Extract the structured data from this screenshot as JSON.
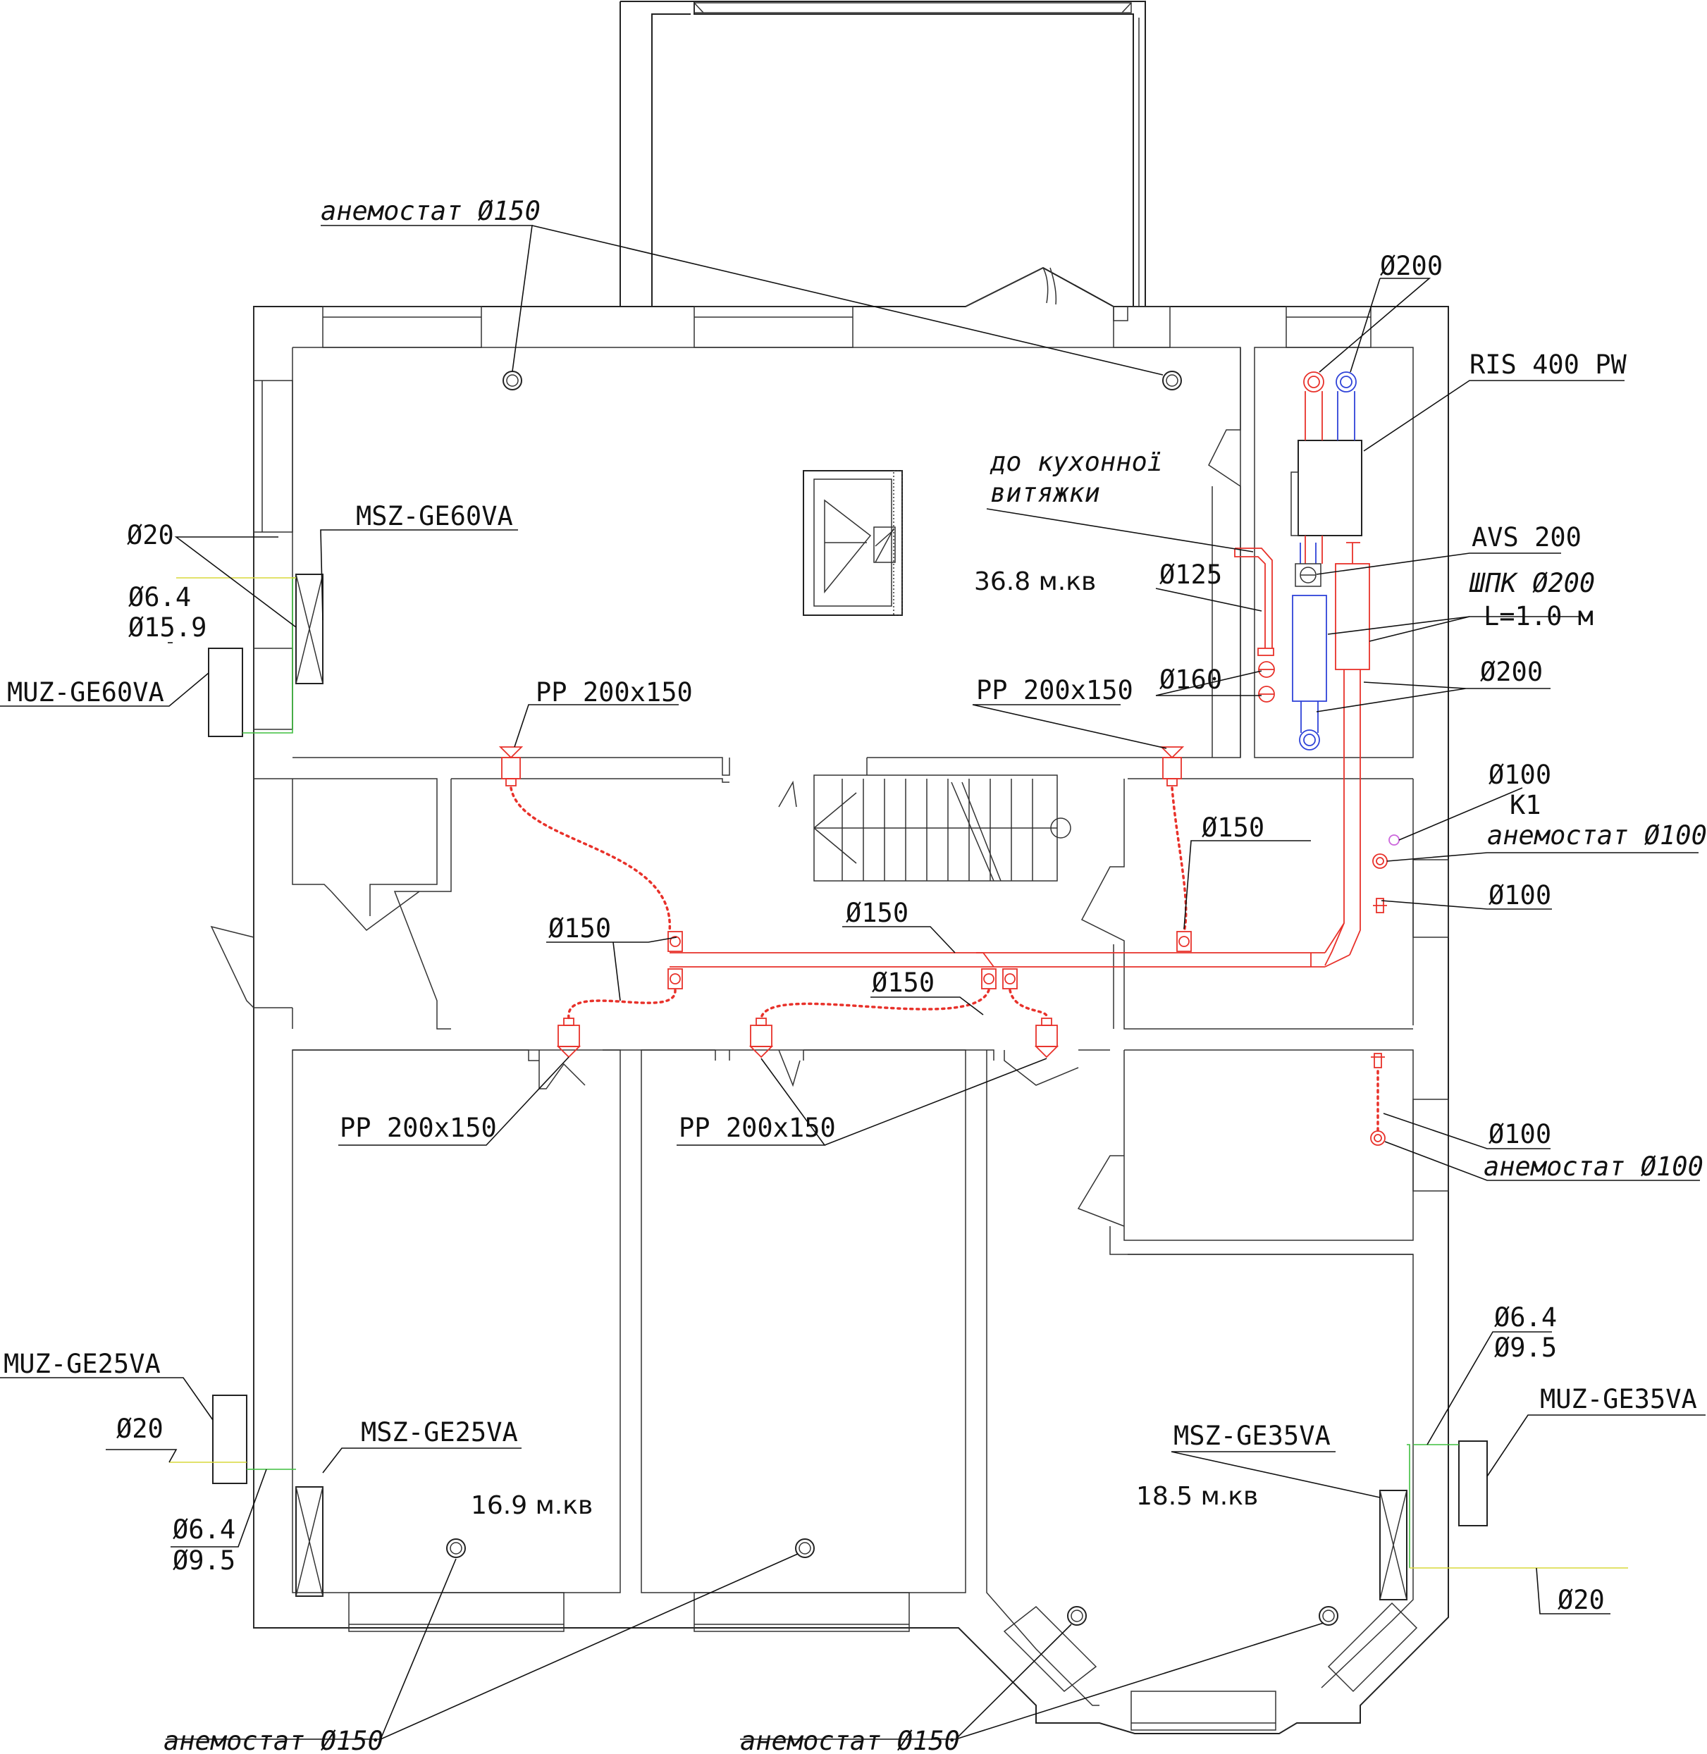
{
  "colors": {
    "walls": "#222222",
    "supply_duct": "#e8312a",
    "extract_duct": "#2f43d8",
    "refrigerant_line": "#3fbf3f",
    "drain_line": "#d8d83a",
    "damper_marker": "#cc66dd"
  },
  "labels": {
    "anemostat_150_top": "анемостат Ø150",
    "d200_top": "Ø200",
    "ris": "RIS 400 PW",
    "kitchen_1": "до кухонної",
    "kitchen_2": "витяжки",
    "d125": "Ø125",
    "avs": "AVS 200",
    "shpk": "ШПК Ø200",
    "shpk_len": "L=1.0 м",
    "d160": "Ø160",
    "d200_mid": "Ø200",
    "pp_left": "PP 200x150",
    "pp_right": "PP 200x150",
    "d100_k1": "Ø100",
    "k1": "K1",
    "anemostat_100_top": "анемостат Ø100",
    "d100_right": "Ø100",
    "d150_right": "Ø150",
    "d150_main": "Ø150",
    "d150_left": "Ø150",
    "d150_center": "Ø150",
    "pp_bottom_left": "PP 200x150",
    "pp_bottom_mid": "PP 200x150",
    "d100_lower": "Ø100",
    "anemostat_100_lower": "анемостат Ø100",
    "msz_60": "MSZ-GE60VA",
    "muz_60": "MUZ-GE60VA",
    "d20_top": "Ø20",
    "d64_top": "Ø6.4",
    "d159": "Ø15.9",
    "muz_25": "MUZ-GE25VA",
    "d20_left": "Ø20",
    "msz_25": "MSZ-GE25VA",
    "d64_left": "Ø6.4",
    "d95_left": "Ø9.5",
    "d64_right": "Ø6.4",
    "d95_right": "Ø9.5",
    "muz_35": "MUZ-GE35VA",
    "msz_35": "MSZ-GE35VA",
    "d20_right": "Ø20",
    "anemostat_150_bl": "анемостат Ø150",
    "anemostat_150_br": "анемостат Ø150"
  },
  "rooms": {
    "living_area": "36.8 м.кв",
    "bedroom_left_area": "16.9 м.кв",
    "bedroom_right_area": "18.5 м.кв"
  }
}
